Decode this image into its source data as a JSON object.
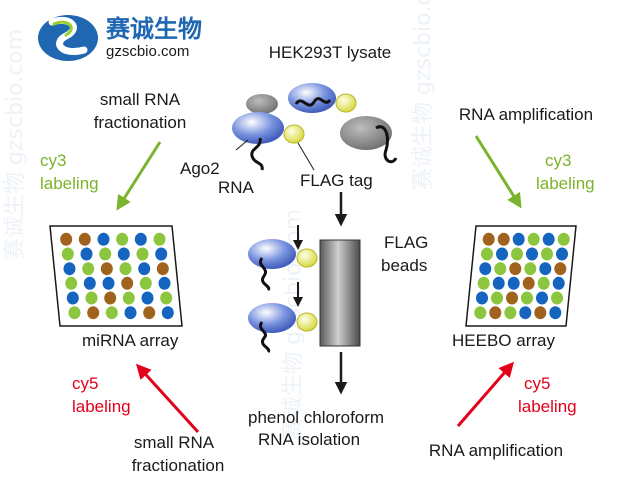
{
  "logo": {
    "name_cn": "赛诚生物",
    "url": "gzscbio.com"
  },
  "watermark": "赛诚生物 gzscbio.com",
  "colors": {
    "green": "#7ab42c",
    "red": "#e3001b",
    "dot_orange": "#a0631d",
    "dot_blue": "#1565c0",
    "dot_green": "#8cc63f",
    "protein_blue": "#6c86d9",
    "flag_yellow": "#eeee66",
    "grey_protein": "#8c8c8c"
  },
  "center": {
    "title": "HEK293T lysate",
    "ago2": "Ago2",
    "rna": "RNA",
    "flag_tag": "FLAG tag",
    "beads_line1": "FLAG",
    "beads_line2": "beads",
    "isolation_line1": "phenol chloroform",
    "isolation_line2": "RNA isolation"
  },
  "left": {
    "top_step_line1": "small RNA",
    "top_step_line2": "fractionation",
    "top_label_line1": "cy3",
    "top_label_line2": "labeling",
    "array": "miRNA array",
    "bottom_label_line1": "cy5",
    "bottom_label_line2": "labeling",
    "bottom_step_line1": "small RNA",
    "bottom_step_line2": "fractionation"
  },
  "right": {
    "top_step": "RNA amplification",
    "top_label_line1": "cy3",
    "top_label_line2": "labeling",
    "array": "HEEBO array",
    "bottom_label_line1": "cy5",
    "bottom_label_line2": "labeling",
    "bottom_step": "RNA amplification"
  },
  "array_pattern": [
    [
      "o",
      "o",
      "b",
      "g",
      "b",
      "g"
    ],
    [
      "g",
      "b",
      "g",
      "b",
      "g",
      "b"
    ],
    [
      "b",
      "g",
      "o",
      "g",
      "b",
      "o"
    ],
    [
      "g",
      "b",
      "b",
      "o",
      "g",
      "b"
    ],
    [
      "b",
      "g",
      "o",
      "g",
      "b",
      "g"
    ],
    [
      "g",
      "o",
      "g",
      "b",
      "o",
      "b"
    ]
  ]
}
